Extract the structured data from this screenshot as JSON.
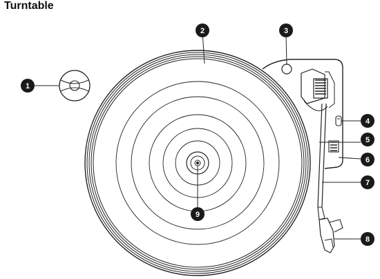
{
  "title": "Turntable",
  "callouts": [
    "1",
    "2",
    "3",
    "4",
    "5",
    "6",
    "7",
    "8",
    "9"
  ],
  "colors": {
    "line": "#222222",
    "callout_fill": "#1a1a1a",
    "callout_text": "#ffffff"
  }
}
